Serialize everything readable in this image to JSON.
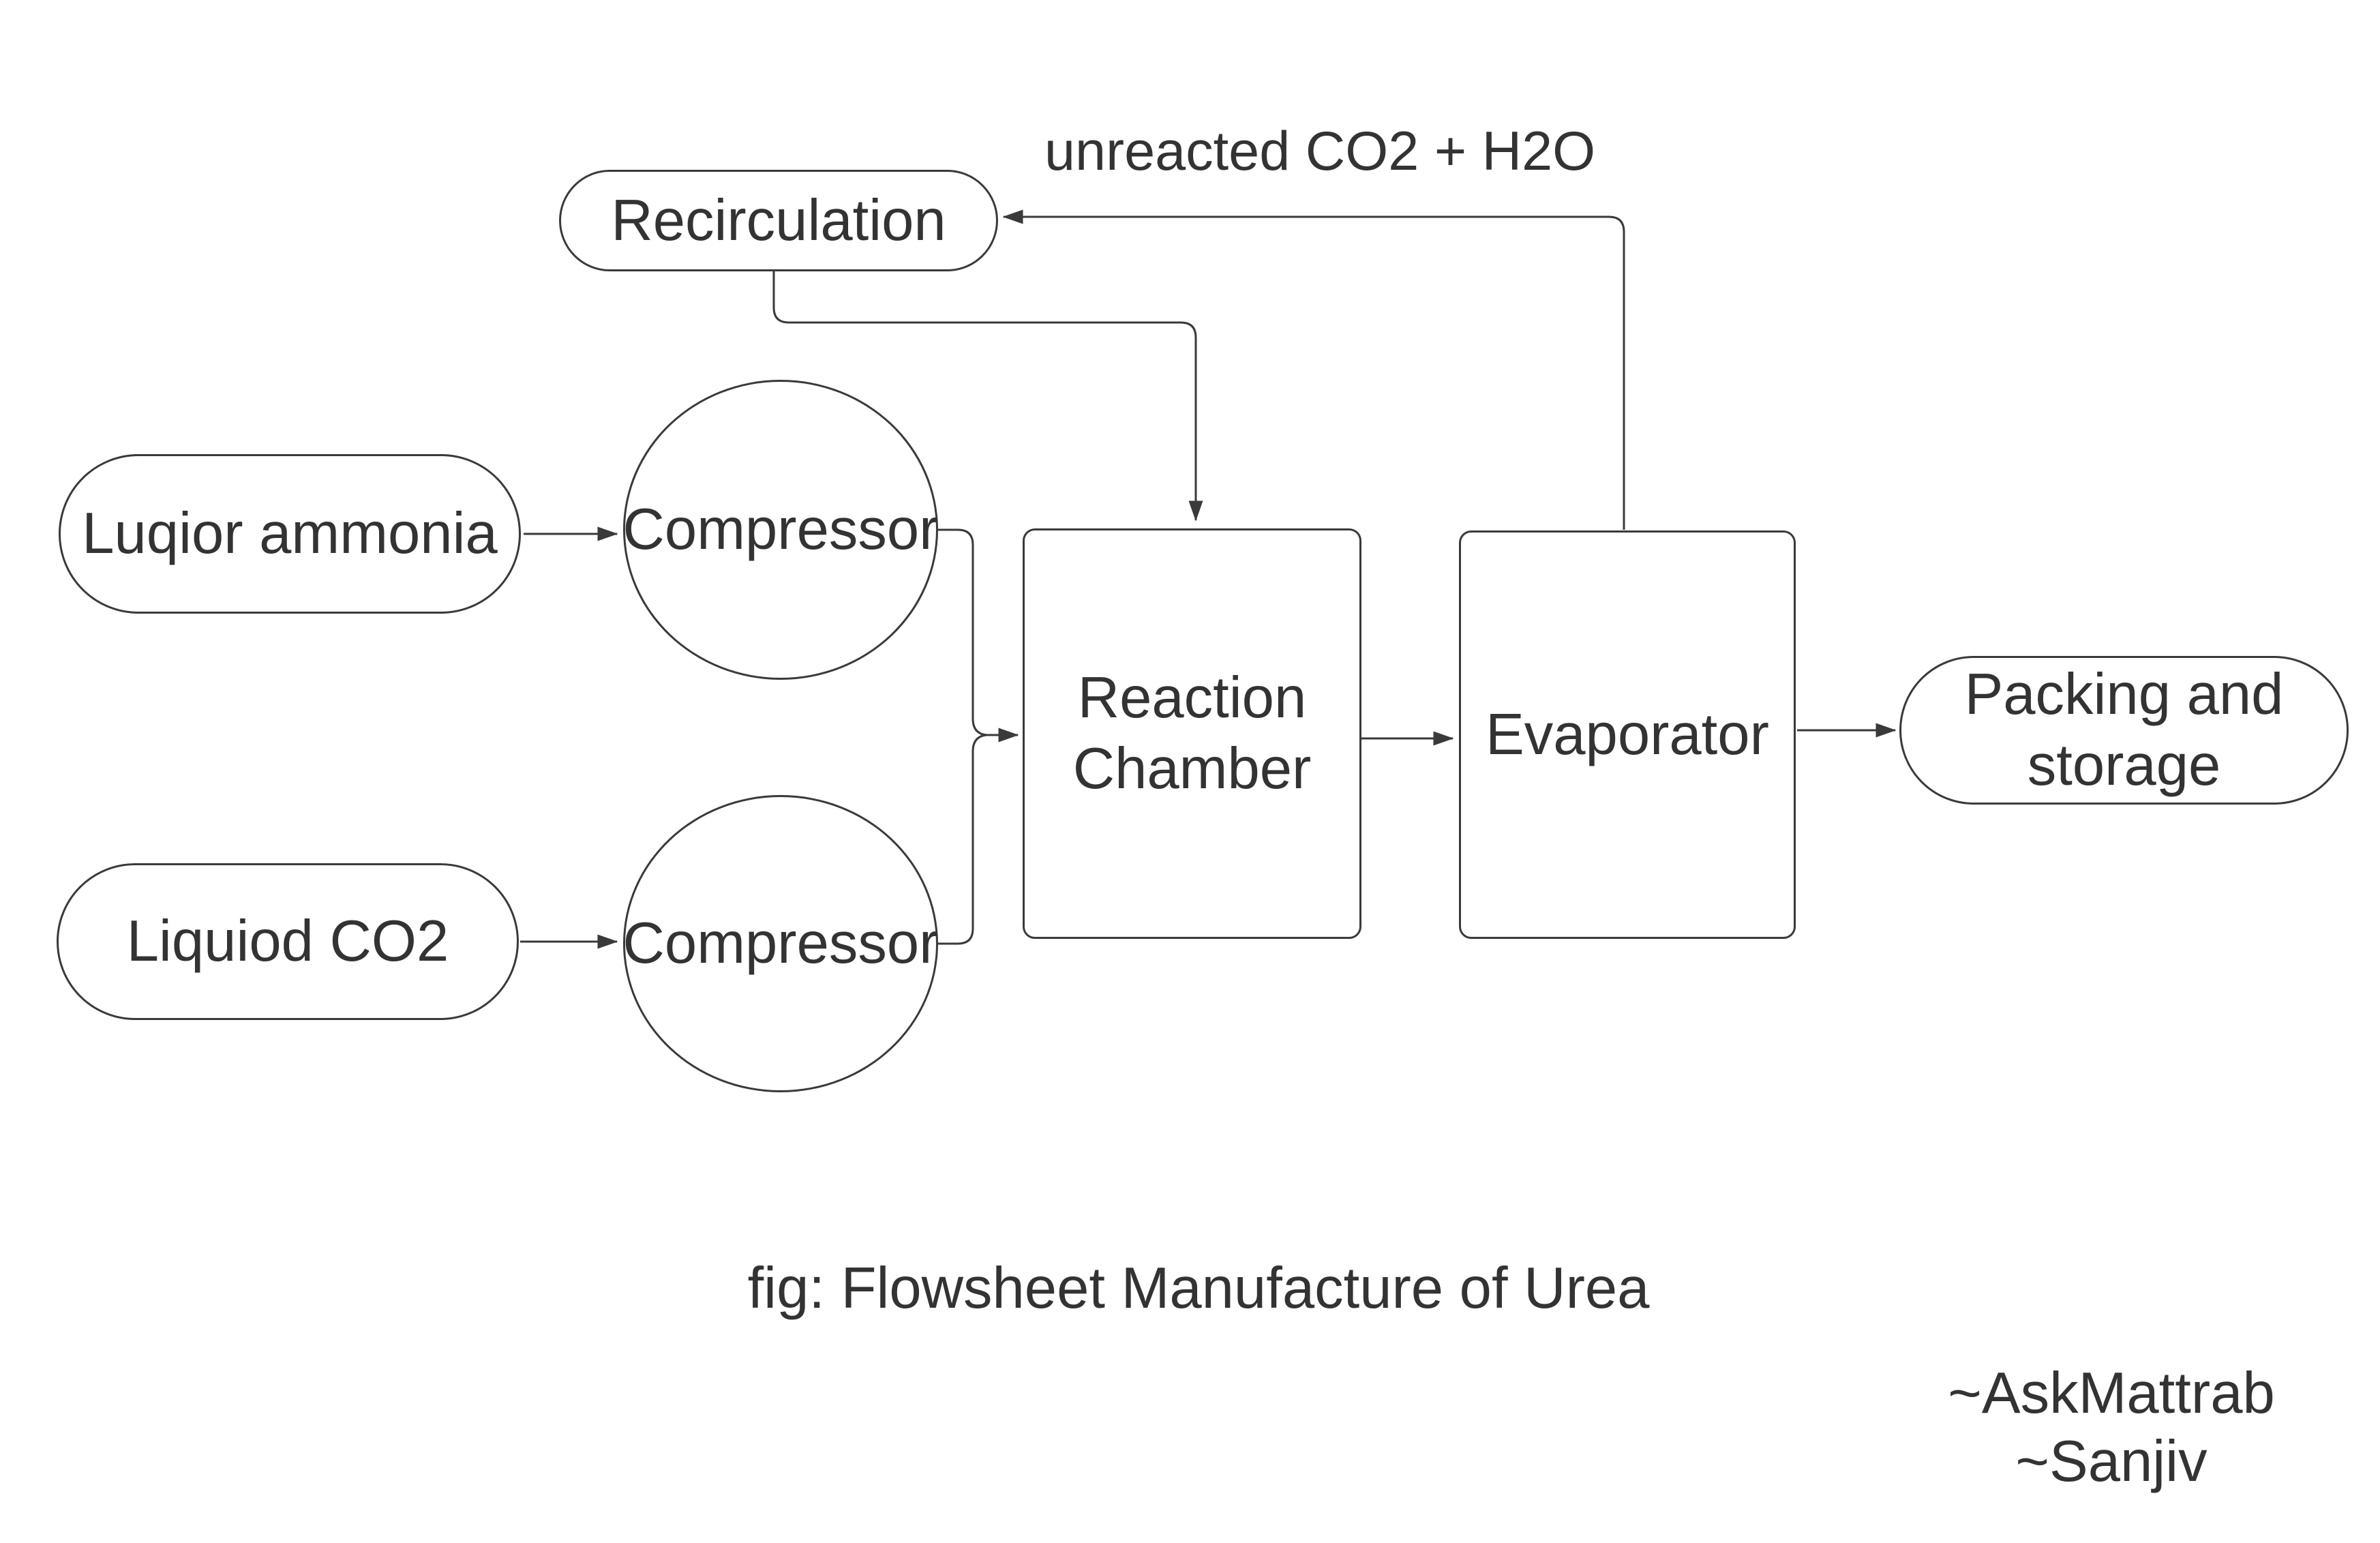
{
  "figure": {
    "caption": "fig: Flowsheet Manufacture of Urea",
    "attribution": "~AskMattrab\n~Sanjiv"
  },
  "edge_labels": {
    "unreacted": "unreacted CO2 + H2O"
  },
  "nodes": {
    "recirculation": "Recirculation",
    "liquor_ammonia": "Luqior ammonia",
    "compressor_top": "Compressor",
    "liquid_co2": "Liquiod CO2",
    "compressor_bottom": "Compressor",
    "reaction_chamber": "Reaction\nChamber",
    "evaporator": "Evaporator",
    "packing_storage": "Packing and\nstorage"
  },
  "colors": {
    "stroke": "#3a3a3a",
    "text": "#333333",
    "background": "#ffffff"
  }
}
